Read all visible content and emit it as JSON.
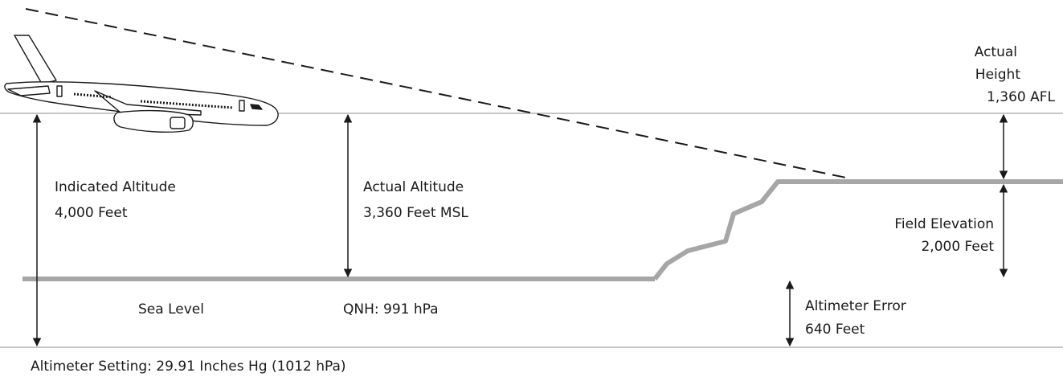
{
  "labels": {
    "indicated_altitude_title": "Indicated Altitude",
    "indicated_altitude_value": "4,000 Feet",
    "actual_altitude_title": "Actual Altitude",
    "actual_altitude_value": "3,360 Feet MSL",
    "actual_height_line1": "Actual",
    "actual_height_line2": "Height",
    "actual_height_value": "1,360 AFL",
    "field_elevation_title": "Field Elevation",
    "field_elevation_value": "2,000 Feet",
    "sea_level": "Sea Level",
    "qnh": "QNH: 991 hPa",
    "altimeter_error_title": "Altimeter Error",
    "altimeter_error_value": "640 Feet",
    "altimeter_setting": "Altimeter Setting: 29.91 Inches Hg (1012 hPa)"
  },
  "colors": {
    "line": "#b3b3b3",
    "ground": "#a6a6a6",
    "ink": "#1a1a1a"
  },
  "icons": {
    "aircraft": "airliner-icon"
  }
}
